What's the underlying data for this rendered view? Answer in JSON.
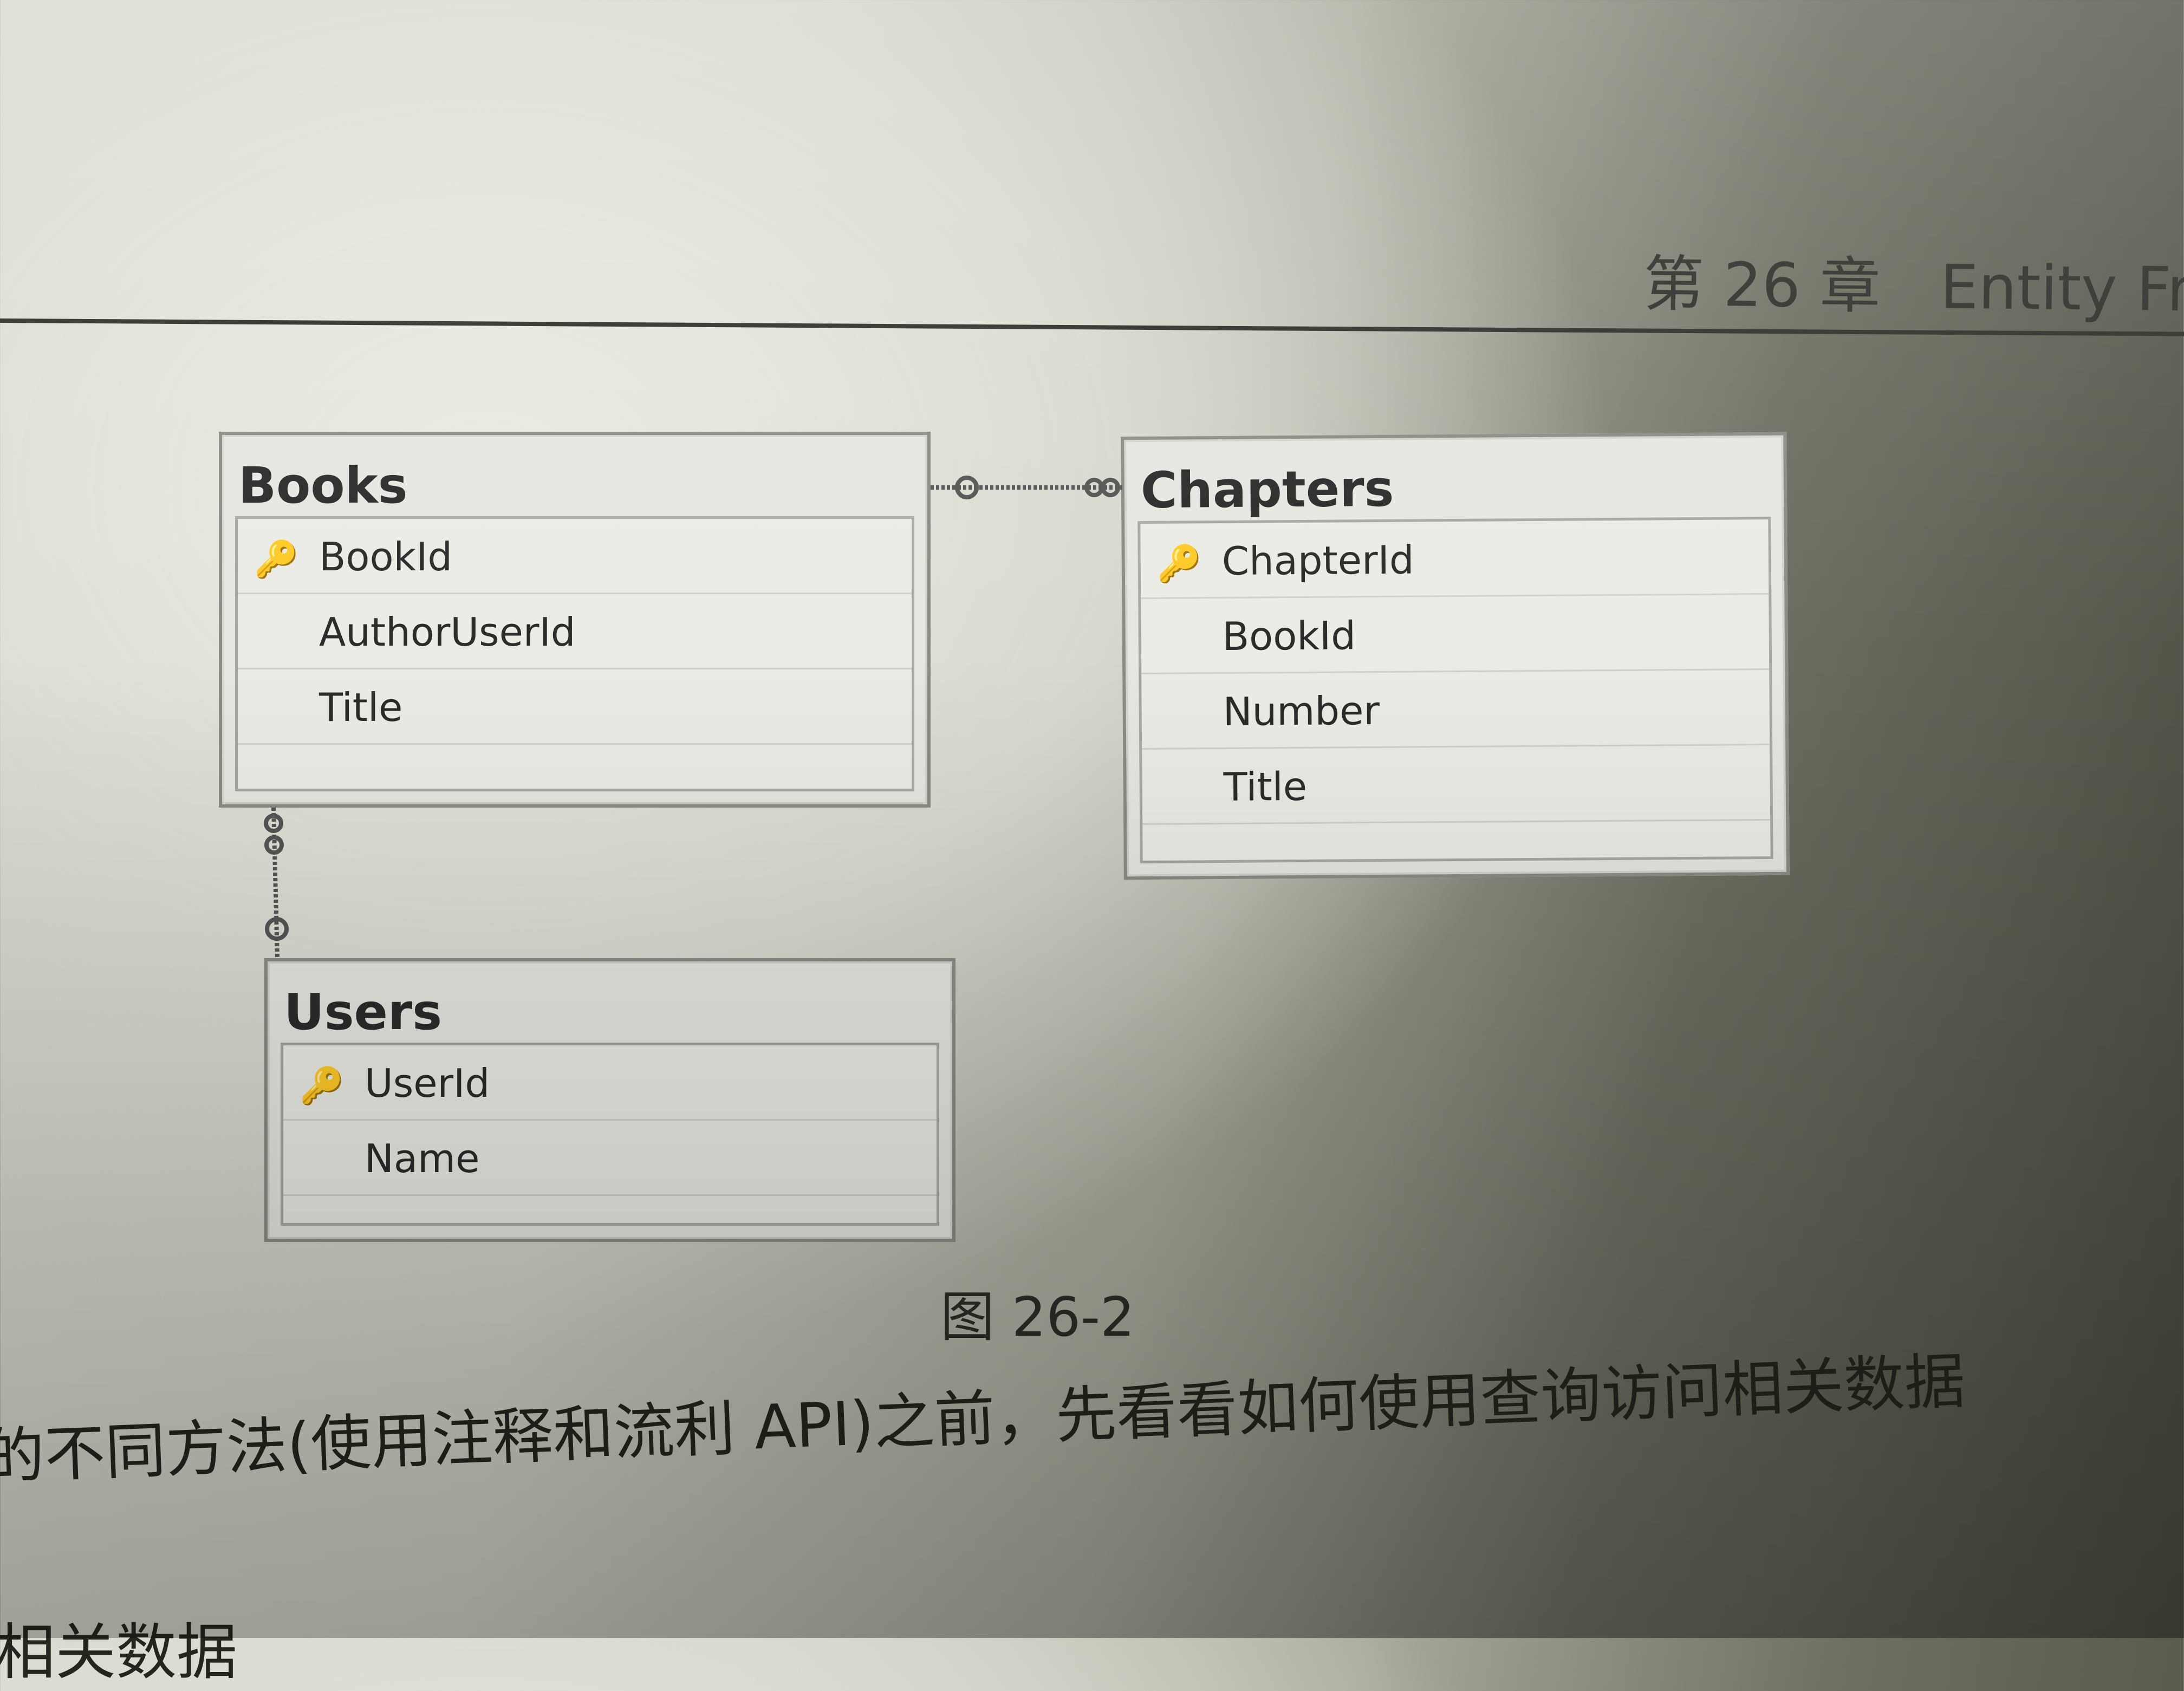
{
  "header": {
    "chapter": "第 26 章",
    "title": "Entity Fram"
  },
  "diagram": {
    "tables": [
      {
        "name": "Books",
        "fields": [
          {
            "name": "BookId",
            "key": true
          },
          {
            "name": "AuthorUserId",
            "key": false
          },
          {
            "name": "Title",
            "key": false
          }
        ]
      },
      {
        "name": "Chapters",
        "fields": [
          {
            "name": "ChapterId",
            "key": true
          },
          {
            "name": "BookId",
            "key": false
          },
          {
            "name": "Number",
            "key": false
          },
          {
            "name": "Title",
            "key": false
          }
        ]
      },
      {
        "name": "Users",
        "fields": [
          {
            "name": "UserId",
            "key": true
          },
          {
            "name": "Name",
            "key": false
          }
        ]
      }
    ],
    "relationships": [
      {
        "from": "Books",
        "to": "Chapters"
      },
      {
        "from": "Users",
        "to": "Books"
      }
    ],
    "key_icon": "🔑"
  },
  "caption": "图 26-2",
  "body": {
    "line1": "的不同方法(使用注释和流利 API)之前，先看看如何使用查询访问相关数据",
    "line2": "相关数据"
  }
}
